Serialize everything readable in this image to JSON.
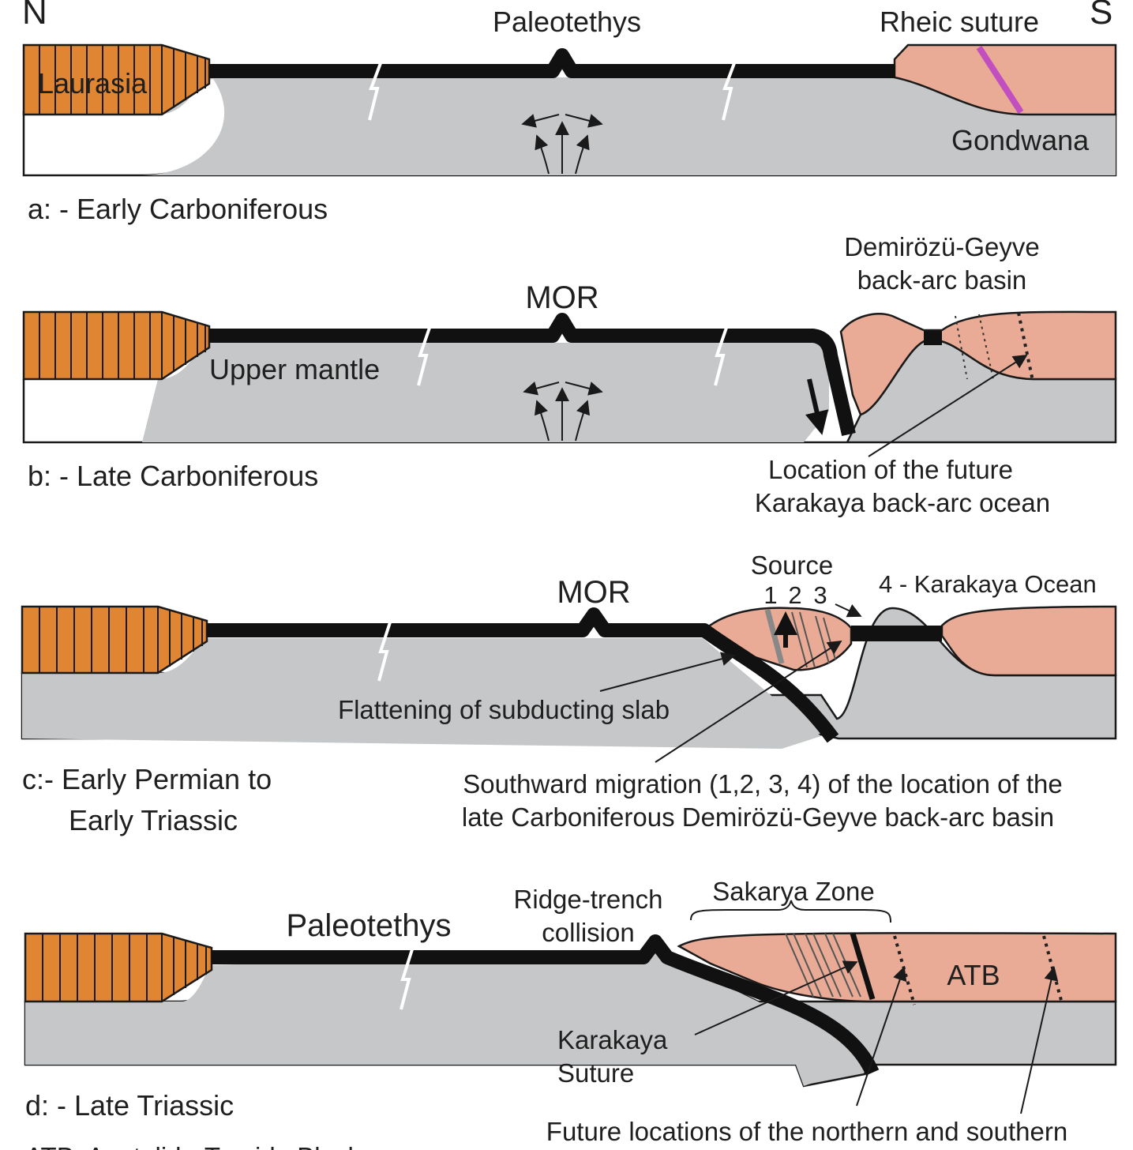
{
  "compass": {
    "north": "N",
    "south": "S"
  },
  "panel_a": {
    "caption": "a: - Early Carboniferous",
    "ocean_label": "Paleotethys",
    "suture_label": "Rheic suture",
    "north_continent": "Laurasia",
    "south_continent": "Gondwana"
  },
  "panel_b": {
    "caption": "b: - Late Carboniferous",
    "ridge_label": "MOR",
    "mantle_label": "Upper mantle",
    "basin_label_line1": "Demirözü-Geyve",
    "basin_label_line2": "back-arc basin",
    "future_label_line1": "Location of the future",
    "future_label_line2": "Karakaya back-arc ocean"
  },
  "panel_c": {
    "caption_line1": "c:- Early Permian to",
    "caption_line2": "Early Triassic",
    "ridge_label": "MOR",
    "source_label": "Source",
    "source_numbers": [
      "1",
      "2",
      "3"
    ],
    "ocean_label": "4 - Karakaya Ocean",
    "slab_label": "Flattening of subducting slab",
    "migration_line1": "Southward migration (1,2, 3, 4) of the location of the",
    "migration_line2": "late Carboniferous Demirözü-Geyve back-arc basin"
  },
  "panel_d": {
    "caption": "d: - Late Triassic",
    "ocean_label": "Paleotethys",
    "collision_line1": "Ridge-trench",
    "collision_line2": "collision",
    "zone_label": "Sakarya Zone",
    "block_label": "ATB",
    "suture_line1": "Karakaya",
    "suture_line2": "Suture",
    "future_line": "Future locations of the northern and southern",
    "footnote": "ATB: Anatolide-Tauride Block"
  },
  "colors": {
    "laurasia": "#e08531",
    "gondwana_crust": "#e9ab96",
    "mantle": "#c6c7c8",
    "oceanic_crust": "#111111",
    "rheic_suture": "#c24fbf"
  }
}
